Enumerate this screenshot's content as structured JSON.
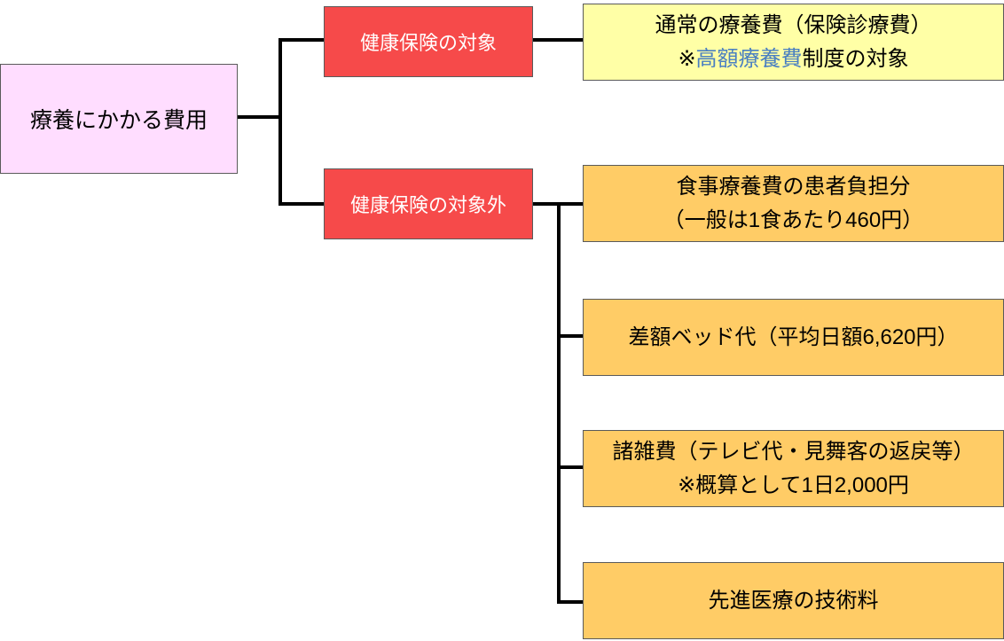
{
  "colors": {
    "root_fill": "#FFDDFF",
    "branch_fill": "#F64A4A",
    "covered_fill": "#FFFFA6",
    "uncovered_fill": "#FFCC66",
    "highlight_text": "#4A7FC1",
    "connector": "#000000"
  },
  "root": {
    "label": "療養にかかる費用"
  },
  "branches": [
    {
      "label": "健康保険の対象",
      "items": [
        {
          "line1": "通常の療養費（保険診療費）",
          "line2_prefix": "※",
          "line2_highlight": "高額療養費",
          "line2_suffix": "制度の対象"
        }
      ]
    },
    {
      "label": "健康保険の対象外",
      "items": [
        {
          "line1": "食事療養費の患者負担分",
          "line2": "（一般は1食あたり460円）"
        },
        {
          "line1": "差額ベッド代（平均日額6,620円）"
        },
        {
          "line1": "諸雑費（テレビ代・見舞客の返戻等）",
          "line2": "※概算として1日2,000円"
        },
        {
          "line1": "先進医療の技術料"
        }
      ]
    }
  ]
}
